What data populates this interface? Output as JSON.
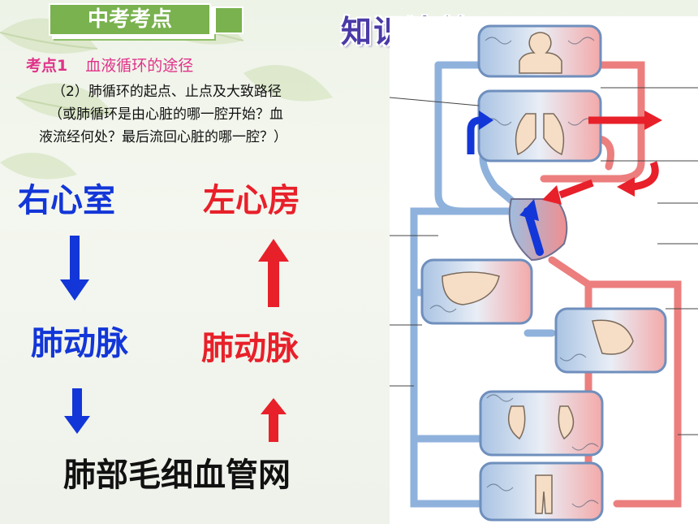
{
  "badge": {
    "label": "中考考点"
  },
  "title": "知识清单",
  "point": {
    "label": "考点1",
    "topic": "血液循环的途径"
  },
  "question": {
    "line1": "（2）肺循环的起点、止点及大致路径",
    "line2": "（或肺循环是由心脏的哪一腔开始？血",
    "line3": "液流经何处？最后流回心脏的哪一腔？）"
  },
  "flow": {
    "start": "右心室",
    "artery": "肺动脉",
    "end": "左心房",
    "vein": "肺动脉",
    "capillary": "肺部毛细血管网"
  },
  "colors": {
    "blue": "#1236d8",
    "red": "#e8202a",
    "badge_green": "#79b24e",
    "title_purple": "#4a3aa6",
    "pink": "#e0328a"
  }
}
